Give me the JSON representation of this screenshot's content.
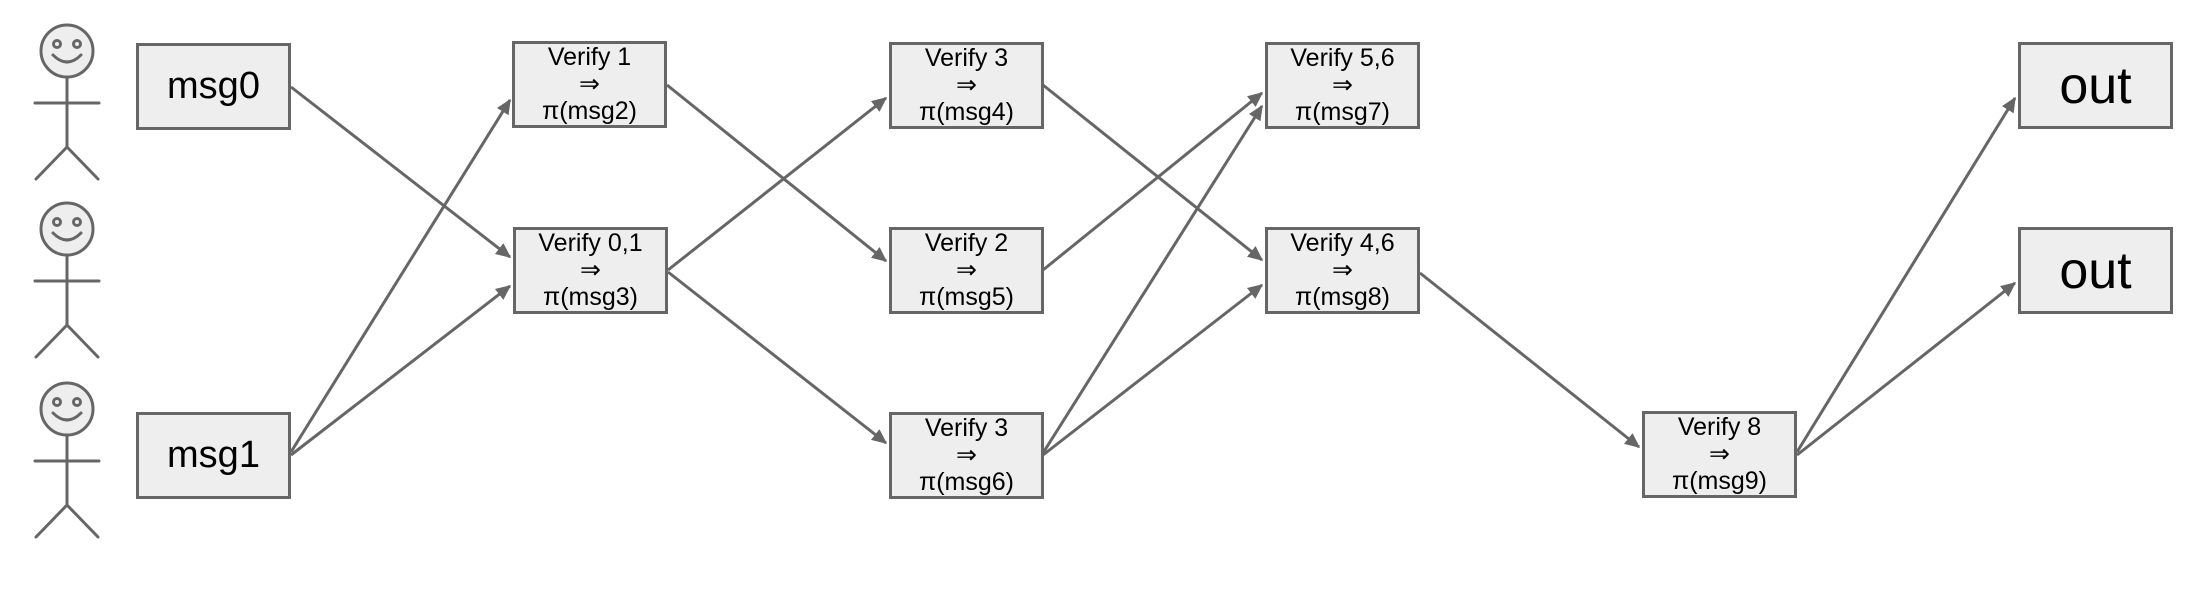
{
  "diagram": {
    "colors": {
      "background": "#ffffff",
      "box_fill": "#eeeeee",
      "stroke": "#666666",
      "text": "#000000"
    },
    "actors": [
      {
        "icon": "stick-figure-icon"
      },
      {
        "icon": "stick-figure-icon"
      },
      {
        "icon": "stick-figure-icon"
      }
    ],
    "nodes": {
      "msg0": {
        "label": "msg0"
      },
      "msg1": {
        "label": "msg1"
      },
      "verify_msg2": {
        "title": "Verify 1",
        "arrow": "⇒",
        "output": "π(msg2)"
      },
      "verify_msg3": {
        "title": "Verify 0,1",
        "arrow": "⇒",
        "output": "π(msg3)"
      },
      "verify_msg4": {
        "title": "Verify 3",
        "arrow": "⇒",
        "output": "π(msg4)"
      },
      "verify_msg5": {
        "title": "Verify 2",
        "arrow": "⇒",
        "output": "π(msg5)"
      },
      "verify_msg6": {
        "title": "Verify 3",
        "arrow": "⇒",
        "output": "π(msg6)"
      },
      "verify_msg7": {
        "title": "Verify 5,6",
        "arrow": "⇒",
        "output": "π(msg7)"
      },
      "verify_msg8": {
        "title": "Verify 4,6",
        "arrow": "⇒",
        "output": "π(msg8)"
      },
      "verify_msg9": {
        "title": "Verify 8",
        "arrow": "⇒",
        "output": "π(msg9)"
      },
      "out_top": {
        "label": "out"
      },
      "out_bottom": {
        "label": "out"
      }
    },
    "edges": [
      {
        "from": "msg0",
        "to": "verify_msg3"
      },
      {
        "from": "msg1",
        "to": "verify_msg2"
      },
      {
        "from": "msg1",
        "to": "verify_msg3"
      },
      {
        "from": "verify_msg2",
        "to": "verify_msg5"
      },
      {
        "from": "verify_msg3",
        "to": "verify_msg4"
      },
      {
        "from": "verify_msg3",
        "to": "verify_msg6"
      },
      {
        "from": "verify_msg4",
        "to": "verify_msg8"
      },
      {
        "from": "verify_msg5",
        "to": "verify_msg7"
      },
      {
        "from": "verify_msg6",
        "to": "verify_msg7"
      },
      {
        "from": "verify_msg6",
        "to": "verify_msg8"
      },
      {
        "from": "verify_msg8",
        "to": "verify_msg9"
      },
      {
        "from": "verify_msg9",
        "to": "out_top"
      },
      {
        "from": "verify_msg9",
        "to": "out_bottom"
      }
    ]
  }
}
